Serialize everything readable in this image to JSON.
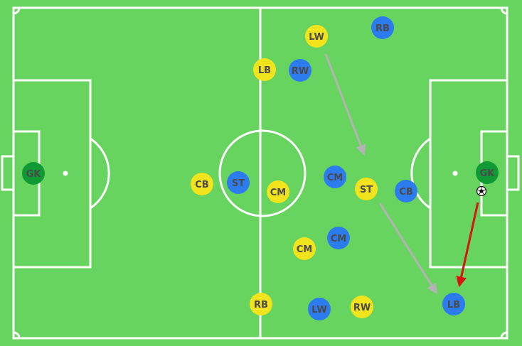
{
  "colors": {
    "grass": "#66d45e",
    "lines": "#ffffff",
    "team_yellow": "#f2e41c",
    "team_blue": "#2c7bef",
    "goalkeeper": "#0f9a35",
    "arrow_gray": "#b3b3b3",
    "arrow_red": "#d6150f",
    "label_dark": "#4a4a4a"
  },
  "ball": {
    "icon": "soccer-ball-icon"
  },
  "players": {
    "yellow_gk": "GK",
    "yellow_cb": "CB",
    "yellow_cm_center": "CM",
    "yellow_lb": "LB",
    "yellow_lw": "LW",
    "yellow_st": "ST",
    "yellow_cm": "CM",
    "yellow_rb": "RB",
    "yellow_rw": "RW",
    "blue_rb": "RB",
    "blue_rw": "RW",
    "blue_st": "ST",
    "blue_cm_top": "CM",
    "blue_cb": "CB",
    "blue_cm_bottom": "CM",
    "blue_lw": "LW",
    "blue_lb": "LB",
    "blue_gk": "GK"
  }
}
